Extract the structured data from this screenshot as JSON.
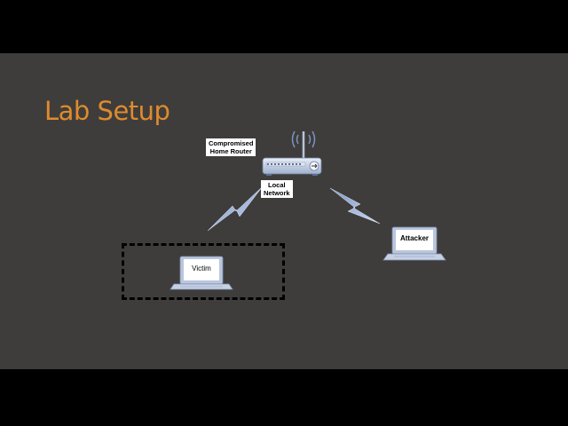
{
  "slide": {
    "title": "Lab Setup"
  },
  "diagram": {
    "router_label_line1": "Compromised",
    "router_label_line2": "Home Router",
    "network_label_line1": "Local",
    "network_label_line2": "Network",
    "victim_label": "Victim",
    "attacker_label": "Attacker"
  },
  "icons": [
    "router-icon",
    "wifi-antenna-icon",
    "lightning-bolt-icon",
    "laptop-icon"
  ],
  "colors": {
    "background": "#3e3d3b",
    "title": "#e08a2e",
    "device": "#b9c6dd"
  }
}
